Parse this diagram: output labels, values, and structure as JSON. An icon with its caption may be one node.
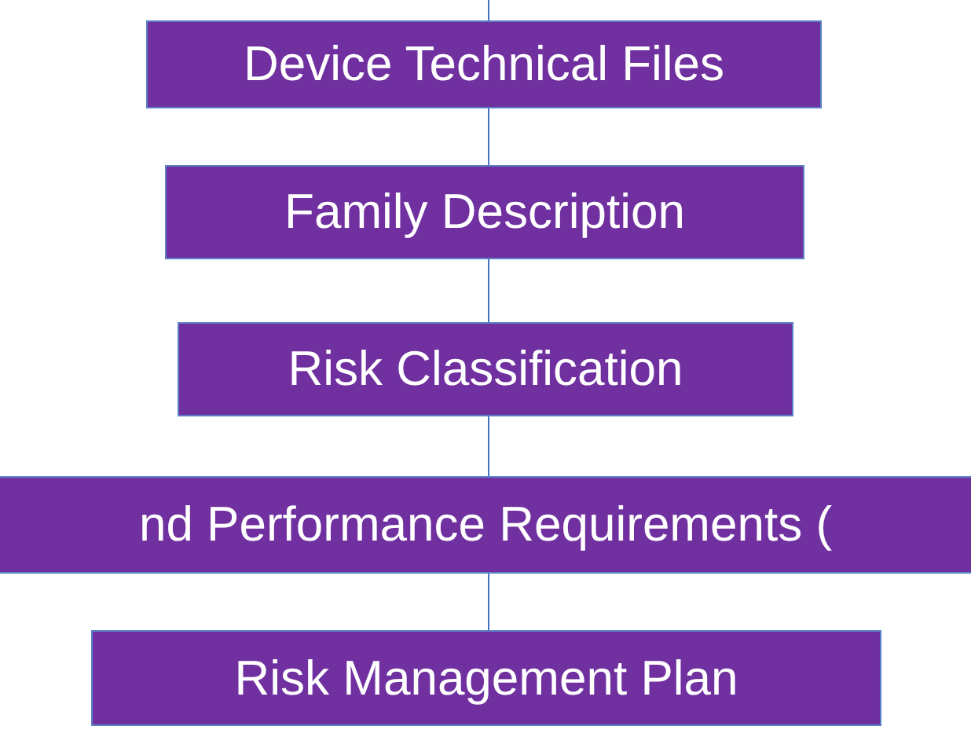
{
  "diagram": {
    "nodes": [
      {
        "text": [
          "Device Technical Files"
        ]
      },
      {
        "text": [
          "Family Description"
        ]
      },
      {
        "text": [
          "Risk Classification"
        ]
      },
      {
        "text": [
          "nd Performance Requirements ("
        ]
      },
      {
        "text": [
          "Risk Management Plan"
        ]
      }
    ],
    "edges": [
      {
        "from": null,
        "to": 0,
        "arrow": "none"
      },
      {
        "from": 0,
        "to": 1,
        "arrow": "none"
      },
      {
        "from": 1,
        "to": 2,
        "arrow": "none"
      },
      {
        "from": 2,
        "to": 3,
        "arrow": "none"
      },
      {
        "from": 3,
        "to": 4,
        "arrow": "none"
      }
    ]
  }
}
